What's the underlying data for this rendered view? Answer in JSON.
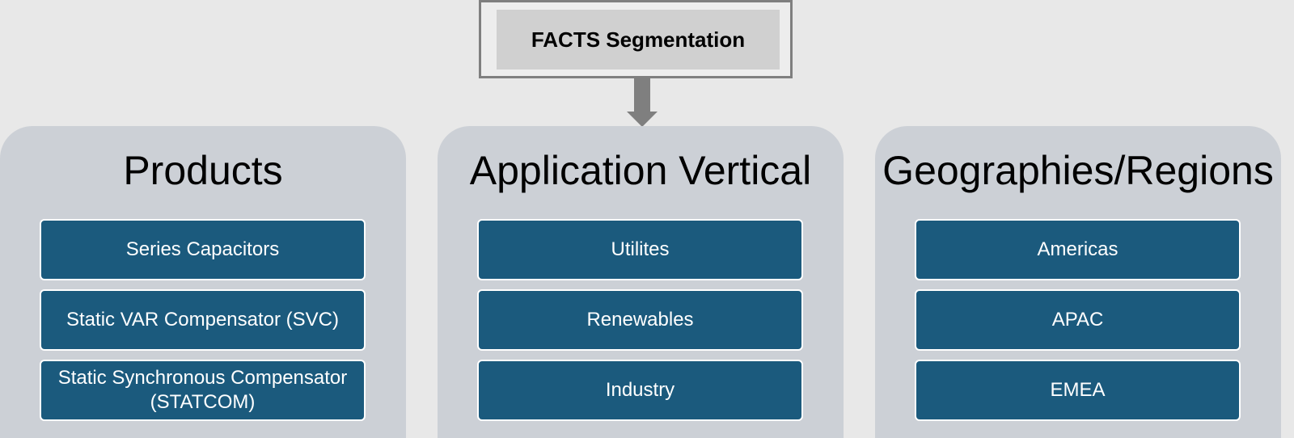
{
  "title": "FACTS Segmentation",
  "categories": [
    {
      "heading": "Products",
      "items": [
        "Series Capacitors",
        "Static VAR Compensator (SVC)",
        "Static Synchronous Compensator (STATCOM)"
      ]
    },
    {
      "heading": "Application Vertical",
      "items": [
        "Utilites",
        "Renewables",
        "Industry"
      ]
    },
    {
      "heading": "Geographies/Regions",
      "items": [
        "Americas",
        "APAC",
        "EMEA"
      ]
    }
  ],
  "colors": {
    "background": "#e8e8e8",
    "title_box": "#d0d0d0",
    "connector": "#7f7f7f",
    "panel": "#ccd0d6",
    "item": "#1b5a7d",
    "item_text": "#ffffff"
  }
}
